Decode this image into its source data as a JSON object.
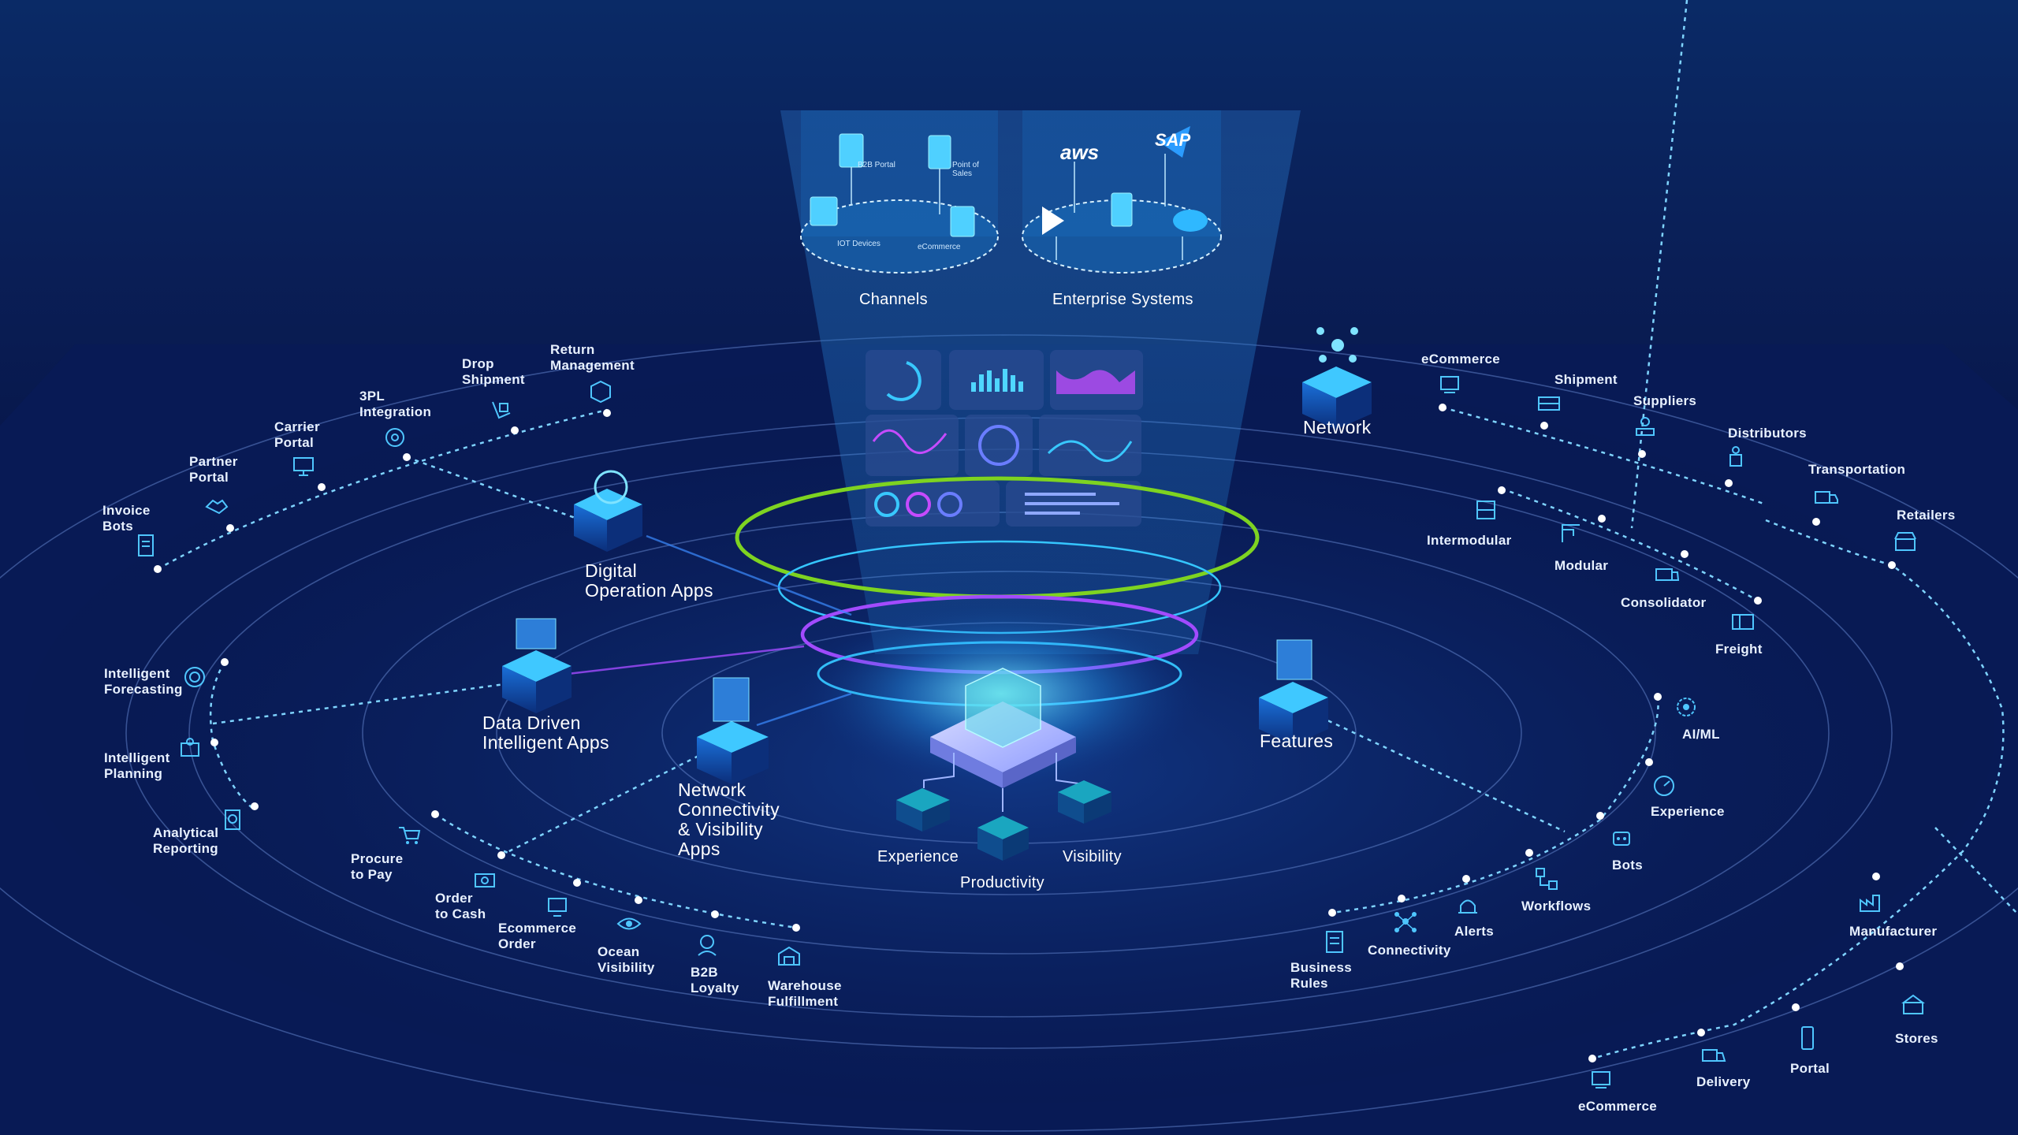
{
  "top": {
    "channels": {
      "label": "Channels",
      "items": [
        "B2B Portal",
        "Point of\nSales",
        "IOT Devices",
        "eCommerce"
      ]
    },
    "enterprise": {
      "label": "Enterprise Systems",
      "logos": [
        "aws",
        "SAP"
      ]
    }
  },
  "hubs": {
    "digital_ops": "Digital\nOperation Apps",
    "data_driven": "Data Driven\nIntelligent Apps",
    "network_connectivity": "Network\nConnectivity\n& Visibility\nApps",
    "network": "Network",
    "features": "Features"
  },
  "core": {
    "experience": "Experience",
    "productivity": "Productivity",
    "visibility": "Visibility"
  },
  "left_arc": [
    "Invoice\nBots",
    "Partner\nPortal",
    "Carrier\nPortal",
    "3PL\nIntegration",
    "Drop\nShipment",
    "Return\nManagement"
  ],
  "left_side": [
    "Intelligent\nForecasting",
    "Intelligent\nPlanning",
    "Analytical\nReporting"
  ],
  "bottom_left": [
    "Procure\nto Pay",
    "Order\nto Cash",
    "Ecommerce\nOrder",
    "Ocean\nVisibility",
    "B2B\nLoyalty",
    "Warehouse\nFulfillment"
  ],
  "network_items": [
    "eCommerce",
    "Shipment",
    "Suppliers",
    "Distributors",
    "Transportation",
    "Retailers",
    "Intermodular",
    "Modular",
    "Consolidator",
    "Freight"
  ],
  "feature_items": [
    "AI/ML",
    "Experience",
    "Bots",
    "Workflows",
    "Alerts",
    "Connectivity",
    "Business\nRules"
  ],
  "bottom_right": [
    "Manufacturer",
    "Stores",
    "Portal",
    "Delivery",
    "eCommerce"
  ],
  "colors": {
    "bg_top": "#0a2a66",
    "bg_bottom": "#06103c",
    "accent_cyan": "#35c6ff",
    "accent_green": "#7ed321",
    "accent_purple": "#a24bff",
    "cube_top": "#8f9cff"
  }
}
